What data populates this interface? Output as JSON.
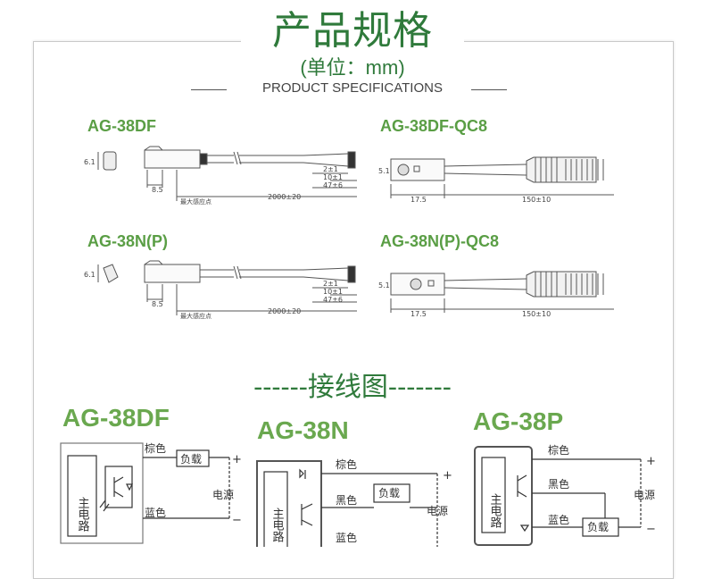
{
  "header": {
    "title": "产品规格",
    "unit": "(单位：mm)",
    "subtitle": "PRODUCT SPECIFICATIONS"
  },
  "specs": [
    {
      "model": "AG-38DF",
      "dims": {
        "height": "6.1",
        "offset": "8.5",
        "cable": "2000±20",
        "wire_a": "2±1",
        "wire_b": "10±1",
        "wire_c": "47±6",
        "sense": "最大感应点"
      }
    },
    {
      "model": "AG-38DF-QC8",
      "dims": {
        "height": "5.1",
        "body": "17.5",
        "cable": "150±10"
      }
    },
    {
      "model": "AG-38N(P)",
      "dims": {
        "height": "6.1",
        "offset": "8.5",
        "cable": "2000±20",
        "wire_a": "2±1",
        "wire_b": "10±1",
        "wire_c": "47±6",
        "sense": "最大感应点"
      }
    },
    {
      "model": "AG-38N(P)-QC8",
      "dims": {
        "height": "5.1",
        "body": "17.5",
        "cable": "150±10"
      }
    }
  ],
  "wiring": {
    "title": "------接线图-------",
    "diagrams": [
      {
        "model": "AG-38DF",
        "main_circuit": "主电路",
        "wires": [
          "棕色",
          "蓝色"
        ],
        "load": "负载",
        "power": "电源",
        "plus": "+",
        "minus": "−"
      },
      {
        "model": "AG-38N",
        "main_circuit": "主电路",
        "wires": [
          "棕色",
          "黑色",
          "蓝色"
        ],
        "load": "负载",
        "power": "电源",
        "plus": "+"
      },
      {
        "model": "AG-38P",
        "main_circuit": "主电路",
        "wires": [
          "棕色",
          "黑色",
          "蓝色"
        ],
        "load": "负载",
        "power": "电源",
        "plus": "+",
        "minus": "−"
      }
    ]
  }
}
